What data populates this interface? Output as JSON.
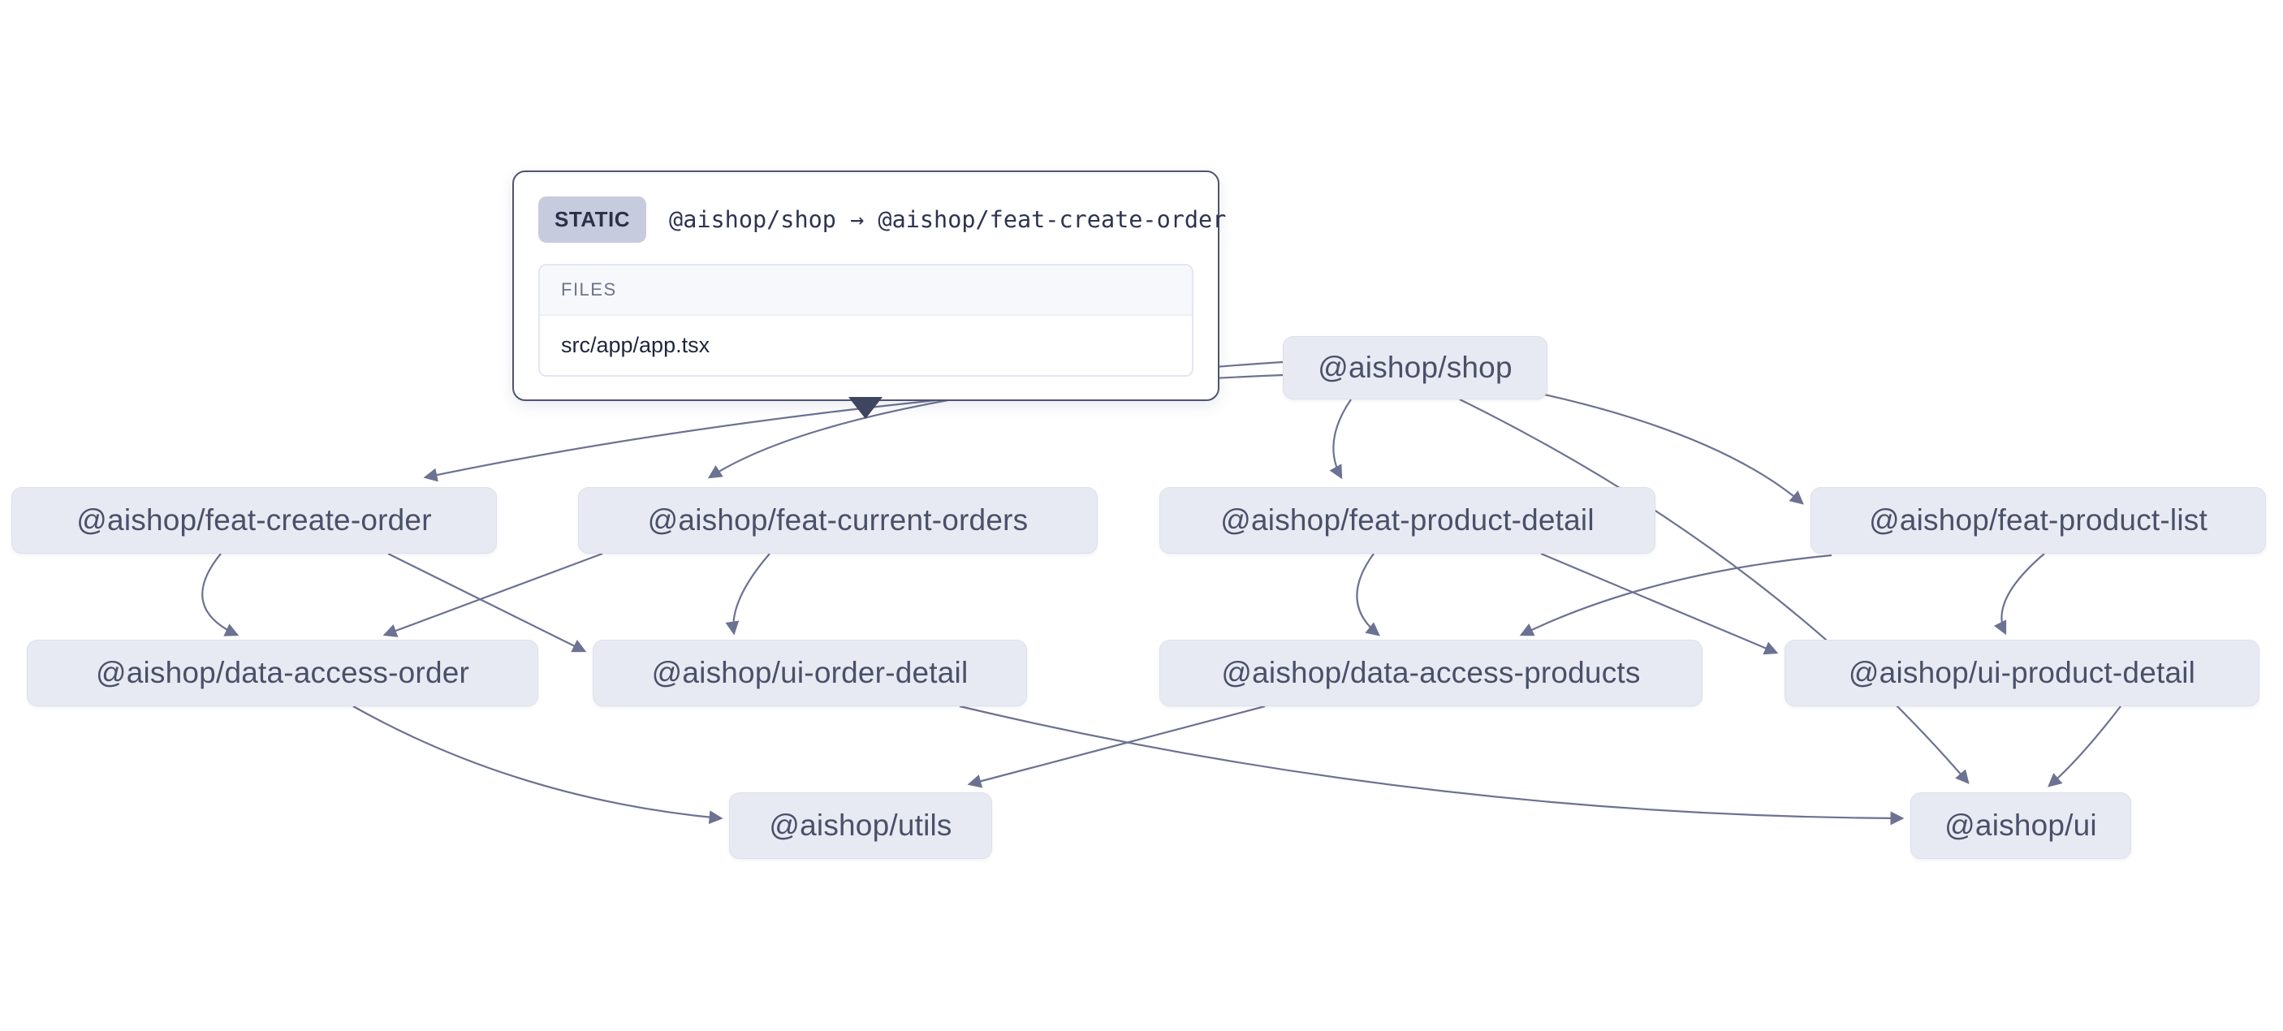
{
  "graph": {
    "nodes": [
      {
        "id": "shop",
        "label": "@aishop/shop"
      },
      {
        "id": "feat-create-order",
        "label": "@aishop/feat-create-order"
      },
      {
        "id": "feat-current-orders",
        "label": "@aishop/feat-current-orders"
      },
      {
        "id": "feat-product-detail",
        "label": "@aishop/feat-product-detail"
      },
      {
        "id": "feat-product-list",
        "label": "@aishop/feat-product-list"
      },
      {
        "id": "data-access-order",
        "label": "@aishop/data-access-order"
      },
      {
        "id": "ui-order-detail",
        "label": "@aishop/ui-order-detail"
      },
      {
        "id": "data-access-products",
        "label": "@aishop/data-access-products"
      },
      {
        "id": "ui-product-detail",
        "label": "@aishop/ui-product-detail"
      },
      {
        "id": "utils",
        "label": "@aishop/utils"
      },
      {
        "id": "ui",
        "label": "@aishop/ui"
      }
    ],
    "edges": [
      {
        "source": "shop",
        "target": "feat-create-order"
      },
      {
        "source": "shop",
        "target": "feat-current-orders"
      },
      {
        "source": "shop",
        "target": "feat-product-detail"
      },
      {
        "source": "shop",
        "target": "feat-product-list"
      },
      {
        "source": "shop",
        "target": "ui"
      },
      {
        "source": "feat-create-order",
        "target": "data-access-order"
      },
      {
        "source": "feat-create-order",
        "target": "ui-order-detail"
      },
      {
        "source": "feat-current-orders",
        "target": "data-access-order"
      },
      {
        "source": "feat-current-orders",
        "target": "ui-order-detail"
      },
      {
        "source": "feat-product-detail",
        "target": "data-access-products"
      },
      {
        "source": "feat-product-detail",
        "target": "ui-product-detail"
      },
      {
        "source": "feat-product-list",
        "target": "data-access-products"
      },
      {
        "source": "feat-product-list",
        "target": "ui-product-detail"
      },
      {
        "source": "data-access-order",
        "target": "utils"
      },
      {
        "source": "data-access-products",
        "target": "utils"
      },
      {
        "source": "ui-order-detail",
        "target": "ui"
      },
      {
        "source": "ui-product-detail",
        "target": "ui"
      }
    ]
  },
  "tooltip": {
    "badge": "STATIC",
    "edge_label": "@aishop/shop → @aishop/feat-create-order",
    "files_header": "FILES",
    "files": [
      "src/app/app.tsx"
    ]
  },
  "colors": {
    "node_fill": "#e8eaf3",
    "node_text": "#4a5068",
    "edge": "#6c7292",
    "tooltip_border": "#4d5472",
    "badge_bg": "#c6cbde",
    "badge_text": "#2b3149",
    "files_header_text": "#6d7389",
    "file_text": "#20273c"
  }
}
